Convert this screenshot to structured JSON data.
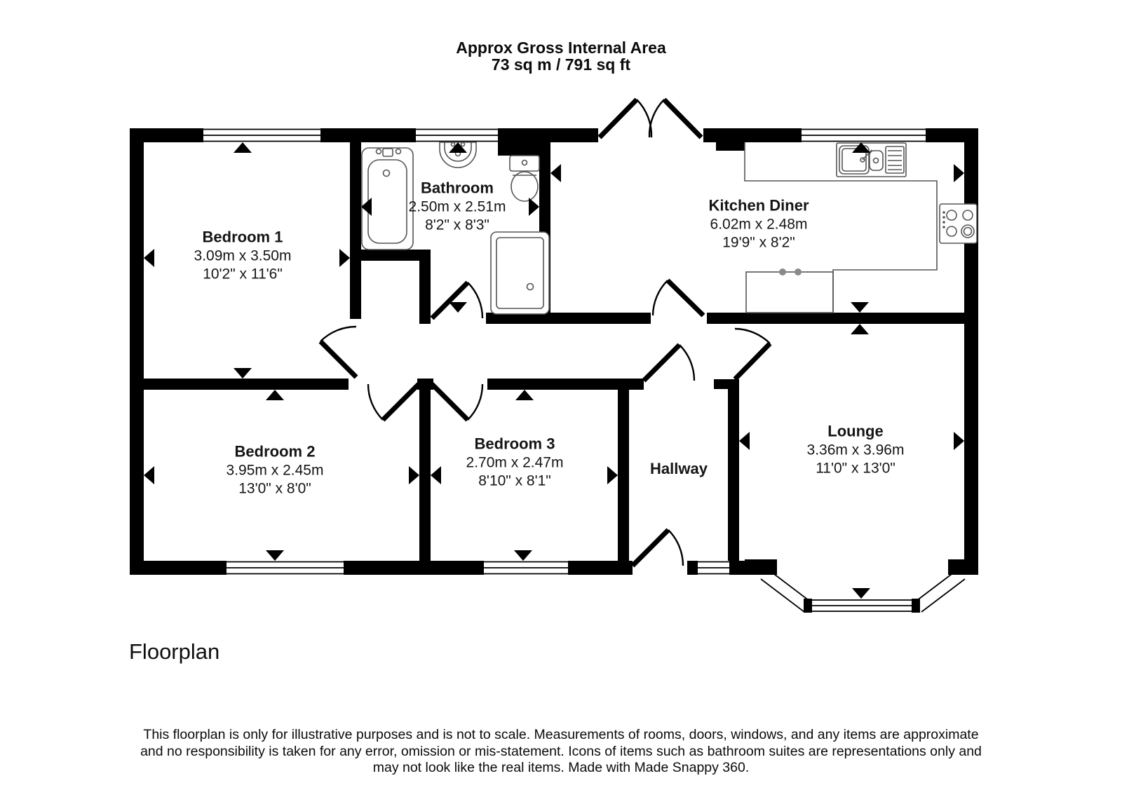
{
  "title": {
    "line1": "Approx Gross Internal Area",
    "line2": "73 sq m / 791 sq ft"
  },
  "rooms": [
    {
      "name": "Bedroom 1",
      "metric": "3.09m x 3.50m",
      "imperial": "10'2\" x 11'6\""
    },
    {
      "name": "Bathroom",
      "metric": "2.50m x 2.51m",
      "imperial": "8'2\" x 8'3\""
    },
    {
      "name": "Kitchen Diner",
      "metric": "6.02m x 2.48m",
      "imperial": "19'9\" x 8'2\""
    },
    {
      "name": "Bedroom 2",
      "metric": "3.95m x 2.45m",
      "imperial": "13'0\" x 8'0\""
    },
    {
      "name": "Bedroom 3",
      "metric": "2.70m x 2.47m",
      "imperial": "8'10\" x 8'1\""
    },
    {
      "name": "Hallway"
    },
    {
      "name": "Lounge",
      "metric": "3.36m x 3.96m",
      "imperial": "11'0\" x 13'0\""
    }
  ],
  "footer": {
    "heading": "Floorplan",
    "disclaimer_line1": "This floorplan is only for illustrative purposes and is not to scale. Measurements of rooms, doors, windows, and any items are approximate",
    "disclaimer_line2": "and no responsibility is taken for any error, omission or mis-statement. Icons of items such as bathroom suites are representations only and",
    "disclaimer_line3": "may not look like the real items. Made with Made Snappy 360."
  },
  "colors": {
    "walls": "#000000",
    "fixtures": "#555555",
    "background": "#ffffff"
  }
}
